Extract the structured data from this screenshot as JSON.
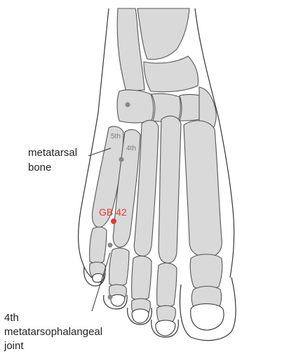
{
  "labels": {
    "metatarsal_line1": "metatarsal",
    "metatarsal_line2": "bone",
    "mtp_line1": "4th",
    "mtp_line2": "metatarsophalangeal",
    "mtp_line3": "joint",
    "fifth": "5th",
    "fourth": "4th",
    "point": "GB 42"
  },
  "colors": {
    "bone_fill": "#d9d9d9",
    "outline": "#333333",
    "point": "#e53935",
    "marker": "#888888"
  }
}
